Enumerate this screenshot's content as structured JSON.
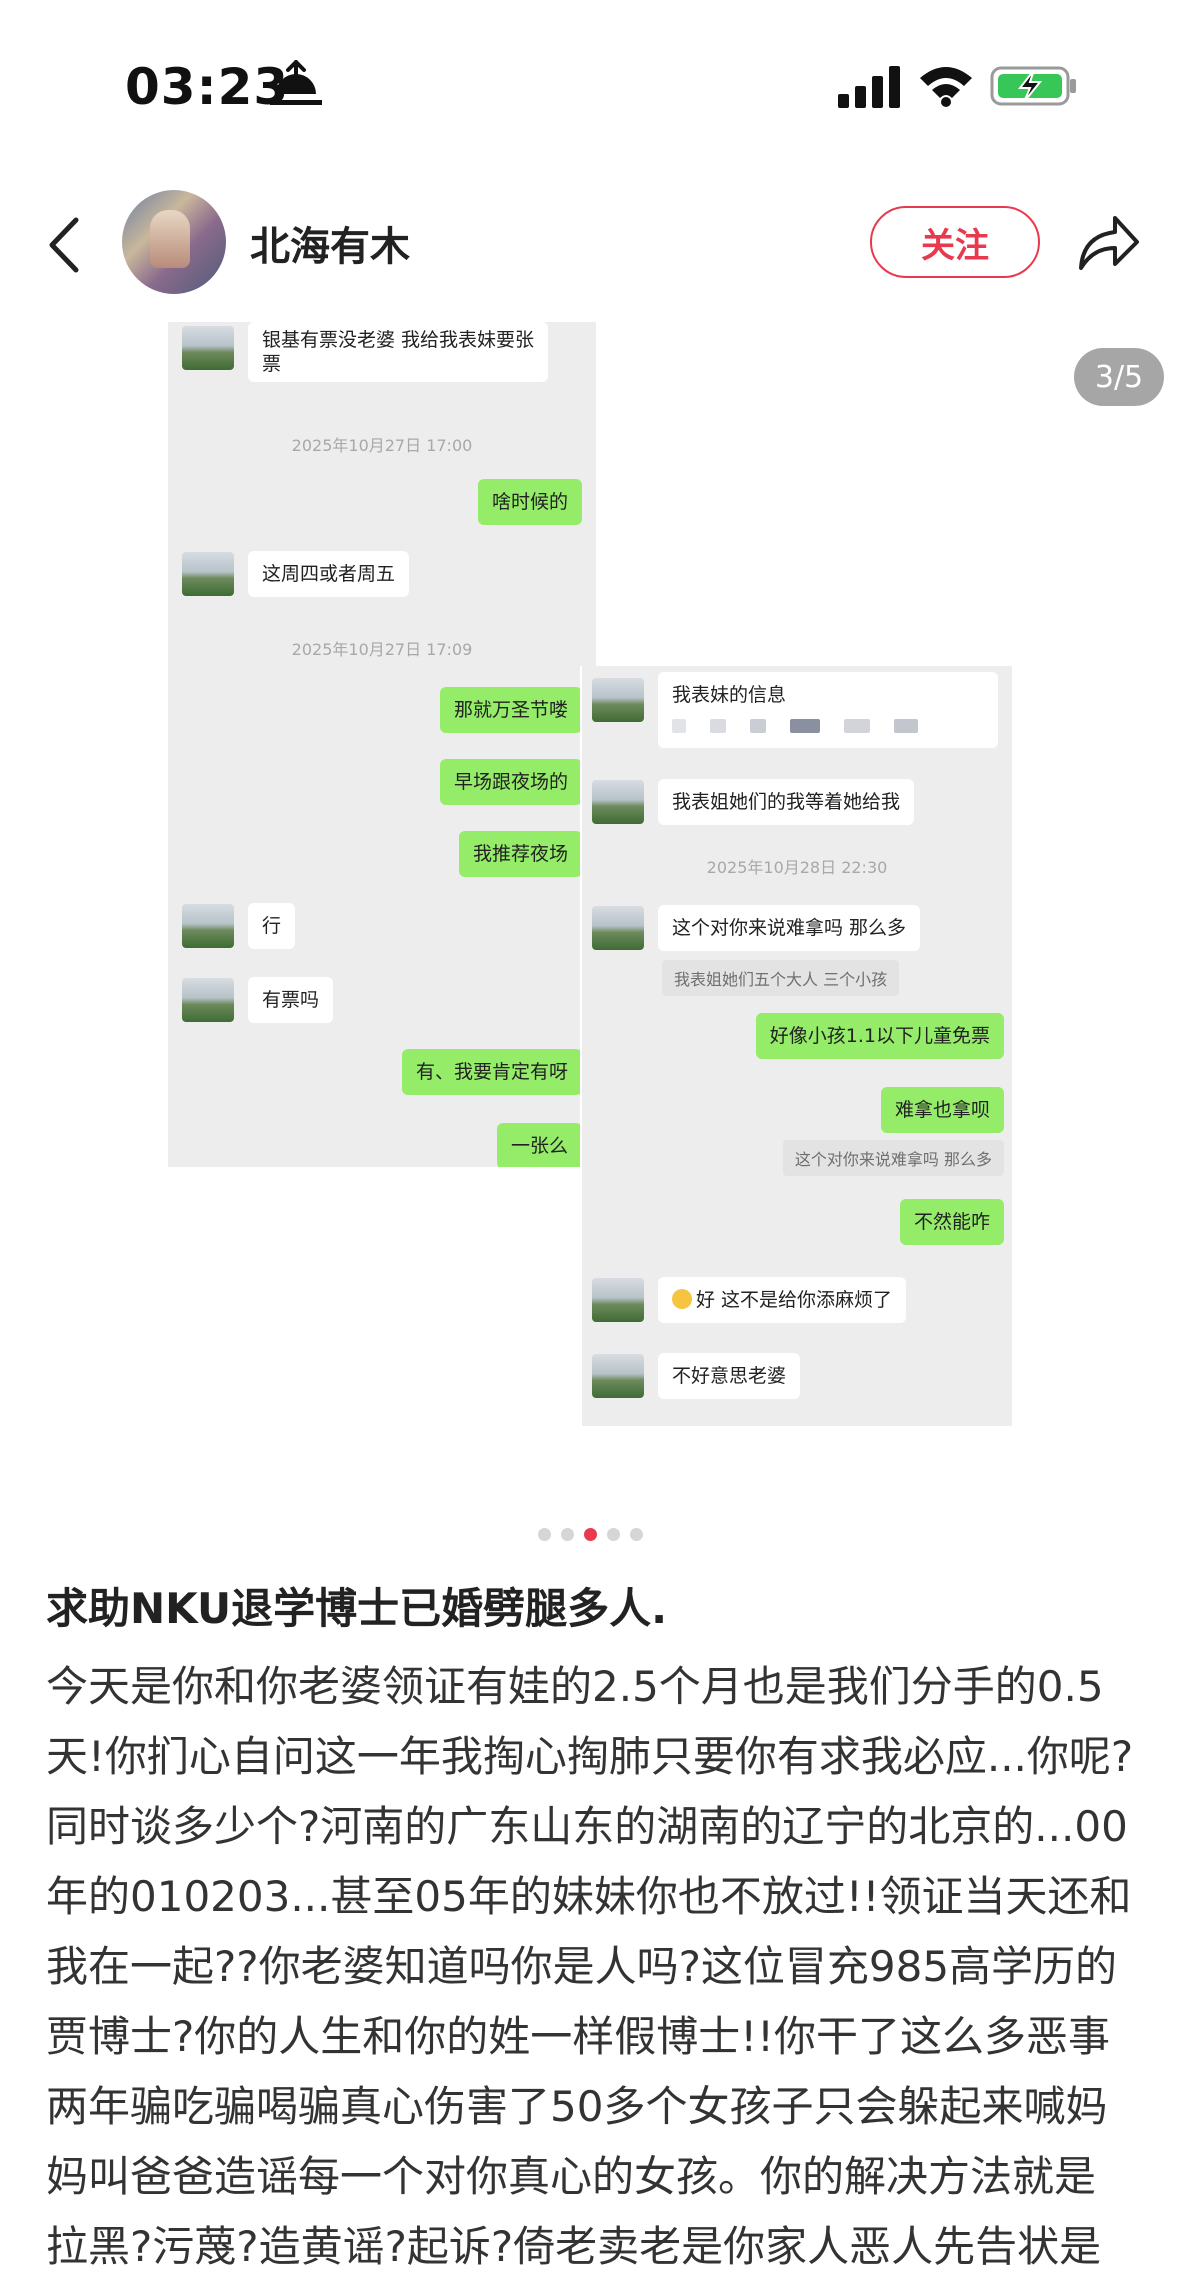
{
  "status": {
    "time": "03:23"
  },
  "header": {
    "user_name": "北海有木",
    "follow_label": "关注"
  },
  "gallery": {
    "counter": "3/5",
    "left": {
      "msg1": "银基有票没老婆 我给我表妹要张",
      "msg1b": "票",
      "ts1": "2025年10月27日 17:00",
      "msg2": "啥时候的",
      "msg3": "这周四或者周五",
      "ts2": "2025年10月27日 17:09",
      "msg4": "那就万圣节喽",
      "msg5": "早场跟夜场的",
      "msg6": "我推荐夜场",
      "msg7": "行",
      "msg8": "有票吗",
      "msg9": "有、我要肯定有呀",
      "msg10": "一张么"
    },
    "right": {
      "msg1": "我表妹的信息",
      "msg2": "我表姐她们的我等着她给我",
      "ts1": "2025年10月28日 22:30",
      "msg3": "这个对你来说难拿吗 那么多",
      "quote1": "我表姐她们五个大人 三个小孩",
      "msg4": "好像小孩1.1以下儿童免票",
      "msg5": "难拿也拿呗",
      "quote2": "这个对你来说难拿吗 那么多",
      "msg6": "不然能咋",
      "msg7": "好 这不是给你添麻烦了",
      "msg8": "不好意思老婆"
    }
  },
  "post": {
    "title": "求助NKU退学博士已婚劈腿多人.",
    "lines": [
      "今天是你和你老婆领证有娃的2.5个月也是我们分手的0.5",
      "天!你扪心自问这一年我掏心掏肺只要你有求我必应...你呢?",
      "同时谈多少个?河南的广东山东的湖南的辽宁的北京的...00",
      "年的010203...甚至05年的妹妹你也不放过!!领证当天还和",
      "我在一起??你老婆知道吗你是人吗?这位冒充985高学历的",
      "贾博士?你的人生和你的姓一样假博士!!你干了这么多恶事",
      "两年骗吃骗喝骗真心伤害了50多个女孩子只会躲起来喊妈",
      "妈叫爸爸造谣每一个对你真心的女孩。你的解决方法就是",
      "拉黑?污蔑?造黄谣?起诉?倚老卖老是你家人恶人先告状是"
    ]
  },
  "colors": {
    "accent": "#e83a4e",
    "wechat_green": "#95ec69",
    "chat_bg": "#ededed"
  },
  "icons": [
    "sunrise-icon",
    "signal-icon",
    "wifi-icon",
    "battery-charging-icon",
    "back-icon",
    "share-icon",
    "emoji-icon"
  ]
}
